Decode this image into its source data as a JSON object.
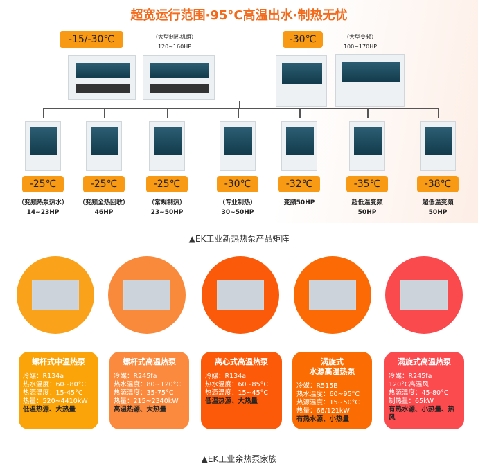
{
  "title": "超宽运行范围·95°C高温出水·制热无忧",
  "top_units": [
    {
      "temp": "-15/-30℃",
      "label": "（大型制热机组）",
      "hp": "120~160HP"
    },
    {
      "temp": "-30℃",
      "label": "（大型变频）",
      "hp": "100~170HP"
    }
  ],
  "units": [
    {
      "temp": "-25℃",
      "label": "（变频热泵热水）",
      "hp": "14~23HP"
    },
    {
      "temp": "-25℃",
      "label": "（变频全热回收）",
      "hp": "46HP"
    },
    {
      "temp": "-25℃",
      "label": "（常规制热）",
      "hp": "23~50HP"
    },
    {
      "temp": "-30℃",
      "label": "（专业制热）",
      "hp": "30~50HP"
    },
    {
      "temp": "-32℃",
      "label": "变频50HP",
      "hp": ""
    },
    {
      "temp": "-35℃",
      "label": "超低温变频",
      "hp": "50HP"
    },
    {
      "temp": "-38℃",
      "label": "超低温变频",
      "hp": "50HP"
    }
  ],
  "caption1": "▲EK工业新热热泵产品矩阵",
  "cards": [
    {
      "title": "螺杆式中温热泵",
      "lines": [
        "冷媒：R134a",
        "热水温度：60~80°C",
        "热源温度：15-45°C",
        "热量：520~4410kW"
      ],
      "note": "低温热源、大热量",
      "color": "#fba40a",
      "circle": "#f9a21a"
    },
    {
      "title": "螺杆式高温热泵",
      "lines": [
        "冷媒：R245fa",
        "热水温度：80~120°C",
        "热源温度：35-75°C",
        "热量：215~2340kW"
      ],
      "note": "高温热源、大热量",
      "color": "#fb8a3e",
      "circle": "#f98a3c"
    },
    {
      "title": "离心式高温热泵",
      "lines": [
        "冷媒：R134a",
        "热水温度：60~85°C",
        "热源温度：15~45°C"
      ],
      "note": "低温热源、大热量",
      "color": "#fc5a08",
      "circle": "#fb5a0a"
    },
    {
      "title": "涡旋式\n水源高温热泵",
      "lines": [
        "冷媒：R515B",
        "热水温度：60~95°C",
        "热源温度：15~50°C",
        "热量：66/121kW"
      ],
      "note": "有热水源、小热量",
      "color": "#fb6c02",
      "circle": "#fb6a04"
    },
    {
      "title": "涡旋式高温热泵",
      "lines": [
        "冷媒：R245fa",
        "120°C高温风",
        "热源温度：45-80°C",
        "制热量：65kW"
      ],
      "note": "有热水源、小热量、热风",
      "color": "#fb4b4e",
      "circle": "#fb4a4e"
    }
  ],
  "caption2": "▲EK工业余热泵家族"
}
